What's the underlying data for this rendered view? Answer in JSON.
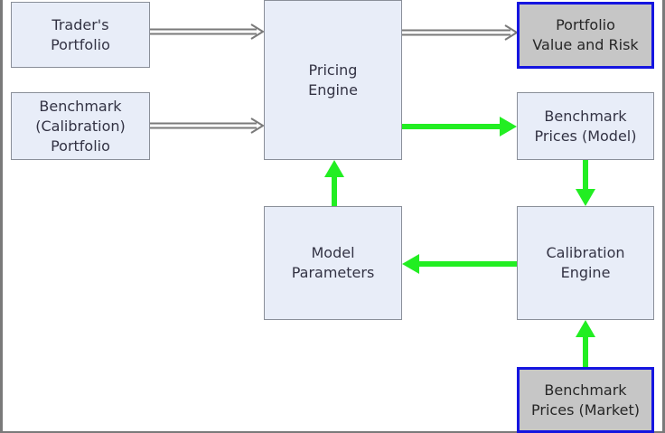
{
  "nodes": {
    "traders_portfolio": "Trader's\nPortfolio",
    "benchmark_calibration_portfolio": "Benchmark\n(Calibration)\nPortfolio",
    "pricing_engine": "Pricing\nEngine",
    "portfolio_value_risk": "Portfolio\nValue and Risk",
    "benchmark_prices_model": "Benchmark\nPrices (Model)",
    "model_parameters": "Model\nParameters",
    "calibration_engine": "Calibration\nEngine",
    "benchmark_prices_market": "Benchmark\nPrices (Market)"
  },
  "colors": {
    "node_fill": "#e8edf8",
    "node_border": "#8a8f99",
    "output_fill": "#c6c6c6",
    "output_border": "#1515e0",
    "flow_arrow": "#22ee22",
    "input_arrow": "#7a7a7a"
  }
}
